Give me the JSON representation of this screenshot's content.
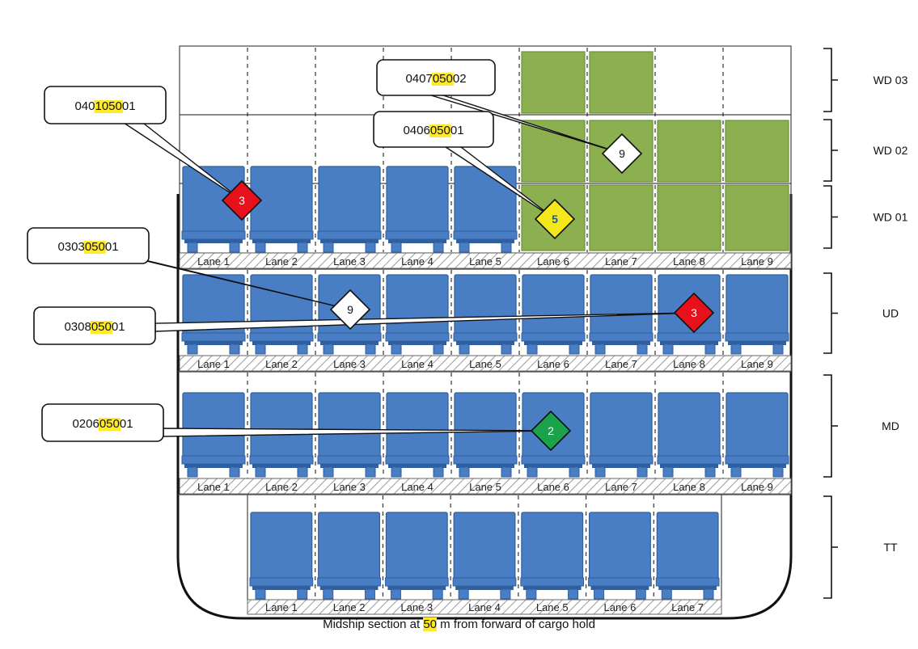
{
  "caption": {
    "before": "Midship section at ",
    "highlight": "50",
    "after": " m from forward of cargo hold"
  },
  "decks": [
    {
      "id": "WD 03",
      "lanes": []
    },
    {
      "id": "WD 02",
      "lanes": []
    },
    {
      "id": "WD 01",
      "lanes": [
        "Lane 1",
        "Lane 2",
        "Lane 3",
        "Lane 4",
        "Lane 5",
        "Lane 6",
        "Lane 7",
        "Lane 8",
        "Lane 9"
      ]
    },
    {
      "id": "UD",
      "lanes": [
        "Lane 1",
        "Lane 2",
        "Lane 3",
        "Lane 4",
        "Lane 5",
        "Lane 6",
        "Lane 7",
        "Lane 8",
        "Lane 9"
      ]
    },
    {
      "id": "MD",
      "lanes": [
        "Lane 1",
        "Lane 2",
        "Lane 3",
        "Lane 4",
        "Lane 5",
        "Lane 6",
        "Lane 7",
        "Lane 8",
        "Lane 9"
      ]
    },
    {
      "id": "TT",
      "lanes": [
        "Lane 1",
        "Lane 2",
        "Lane 3",
        "Lane 4",
        "Lane 5",
        "Lane 6",
        "Lane 7"
      ]
    }
  ],
  "callouts": [
    {
      "code_pre": "040",
      "code_hl": "1050",
      "code_post": "01",
      "marker": "3",
      "marker_color": "#e8101a",
      "deck": "WD 01",
      "lane": "Lane 1"
    },
    {
      "code_pre": "0407",
      "code_hl": "050",
      "code_post": "02",
      "marker": "9",
      "marker_color": "#ffffff",
      "deck": "WD 02",
      "lane": "Lane 7"
    },
    {
      "code_pre": "0406",
      "code_hl": "050",
      "code_post": "01",
      "marker": "5",
      "marker_color": "#f4e81a",
      "deck": "WD 01",
      "lane": "Lane 6"
    },
    {
      "code_pre": "0303",
      "code_hl": "050",
      "code_post": "01",
      "marker": "9",
      "marker_color": "#ffffff",
      "deck": "UD",
      "lane": "Lane 3"
    },
    {
      "code_pre": "0308",
      "code_hl": "050",
      "code_post": "01",
      "marker": "3",
      "marker_color": "#e8101a",
      "deck": "UD",
      "lane": "Lane 8"
    },
    {
      "code_pre": "0206",
      "code_hl": "050",
      "code_post": "01",
      "marker": "2",
      "marker_color": "#1aa34a",
      "deck": "MD",
      "lane": "Lane 6"
    }
  ],
  "colors": {
    "vehicle_blue": "#4a7ec4",
    "vehicle_blue_dark": "#2f5f9e",
    "vehicle_green": "#8cb050",
    "highlight": "#ffea2a"
  }
}
